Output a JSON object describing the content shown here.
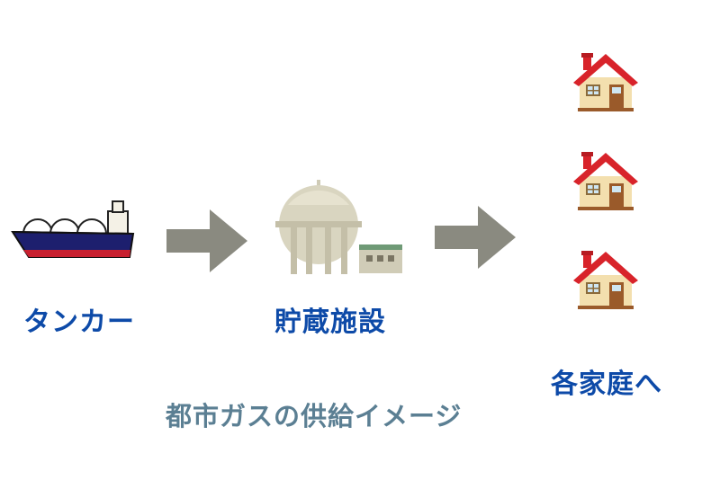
{
  "labels": {
    "tanker": "タンカー",
    "storage": "貯蔵施設",
    "homes": "各家庭へ"
  },
  "caption": "都市ガスの供給イメージ",
  "icons": {
    "tanker": "tanker-ship-icon",
    "storage": "gas-storage-tank-icon",
    "arrow": "right-arrow-icon",
    "house": "house-icon"
  },
  "colors": {
    "label_blue": "#0d4aa8",
    "caption": "#5b7f93",
    "arrow": "#8a8a80",
    "roof": "#d8232a",
    "hull_navy": "#1d1f6e",
    "hull_red": "#c8202f"
  }
}
